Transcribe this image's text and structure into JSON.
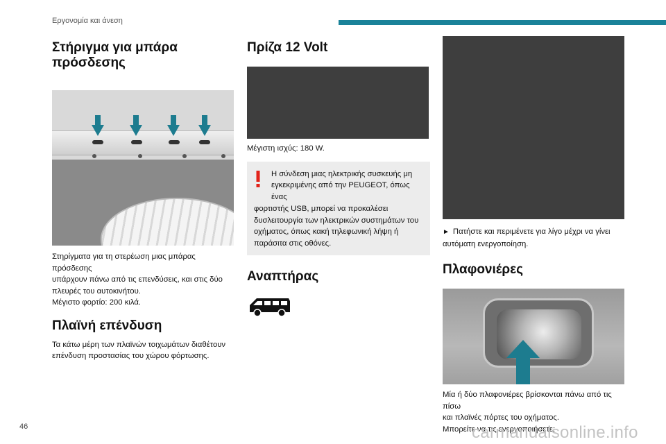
{
  "header": {
    "section": "Εργονομία και άνεση",
    "accent_color": "#1a8299"
  },
  "col1": {
    "title_line1": "Στήριγμα για μπάρα",
    "title_line2": "πρόσδεσης",
    "caption": [
      "Στηρίγματα για τη στερέωση μιας μπάρας πρόσδεσης",
      "υπάρχουν πάνω από τις επενδύσεις, και στις δύο",
      "πλευρές του αυτοκινήτου.",
      "Μέγιστο φορτίο: 200 κιλά."
    ],
    "section2_title": "Πλαϊνή επένδυση",
    "section2_text": [
      "Τα κάτω μέρη των πλαϊνών τοιχωμάτων διαθέτουν",
      "επένδυση προστασίας του χώρου φόρτωσης."
    ]
  },
  "col2": {
    "title": "Πρίζα 12 Volt",
    "max_power": "Μέγιστη ισχύς: 180 W.",
    "warning": [
      "Η σύνδεση μιας ηλεκτρικής συσκευής μη",
      "εγκεκριμένης από την PEUGEOT, όπως ένας",
      "φορτιστής USB, μπορεί να προκαλέσει",
      "δυσλειτουργία των ηλεκτρικών συστημάτων του",
      "οχήματος, όπως κακή τηλεφωνική λήψη ή",
      "παράσιτα στις οθόνες."
    ],
    "warning_color": "#e2231a",
    "section2_title": "Αναπτήρας",
    "van_icon": "van-icon"
  },
  "col3": {
    "step_line1": "Πατήστε και περιμένετε για λίγο μέχρι να γίνει",
    "step_line2": "αυτόματη ενεργοποίηση.",
    "section2_title": "Πλαφονιέρες",
    "caption": [
      "Μία ή δύο πλαφονιέρες βρίσκονται πάνω από τις πίσω",
      "και πλαϊνές πόρτες του οχήματος.",
      "Μπορείτε να τις ενεργοποιήσετε:"
    ]
  },
  "footer": {
    "page_number": "46",
    "watermark": "carmanualsonline.info"
  }
}
